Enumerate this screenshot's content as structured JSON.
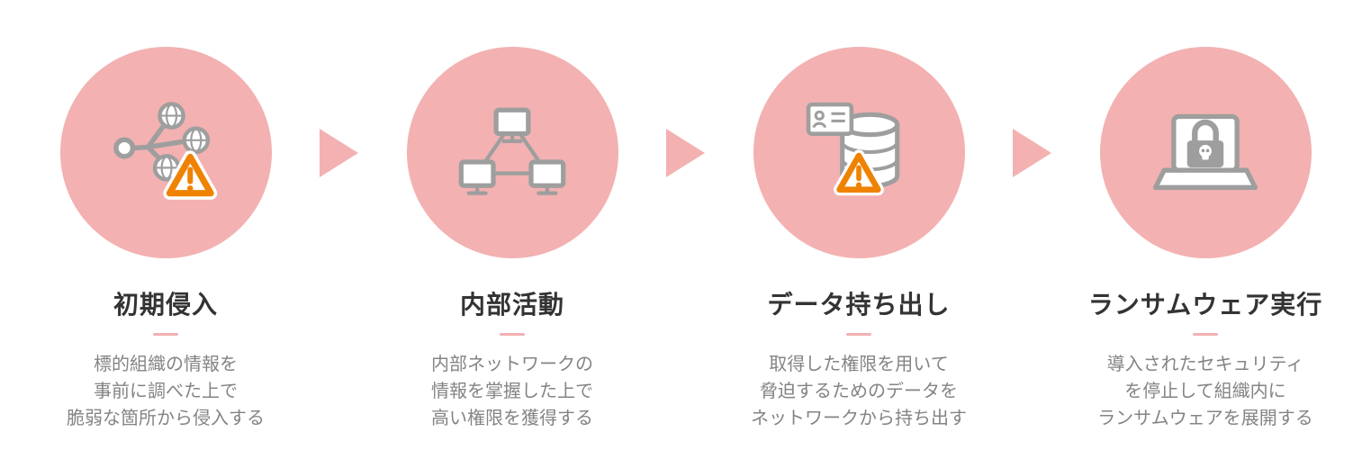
{
  "colors": {
    "pink": "#f3b1b1",
    "icon_gray": "#9e9e9e",
    "warning_orange": "#ef8200",
    "title_text": "#333333",
    "desc_text": "#848484"
  },
  "steps": [
    {
      "title": "初期侵入",
      "icon": "intrusion-network-warning-icon",
      "desc_lines": [
        "標的組織の情報を",
        "事前に調べた上で",
        "脆弱な箇所から侵入する"
      ]
    },
    {
      "title": "内部活動",
      "icon": "computer-network-icon",
      "desc_lines": [
        "内部ネットワークの",
        "情報を掌握した上で",
        "高い権限を獲得する"
      ]
    },
    {
      "title": "データ持ち出し",
      "icon": "database-exfiltration-warning-icon",
      "desc_lines": [
        "取得した権限を用いて",
        "脅迫するためのデータを",
        "ネットワークから持ち出す"
      ]
    },
    {
      "title": "ランサムウェア実行",
      "icon": "ransomware-locked-laptop-icon",
      "desc_lines": [
        "導入されたセキュリティ",
        "を停止して組織内に",
        "ランサムウェアを展開する"
      ]
    }
  ]
}
